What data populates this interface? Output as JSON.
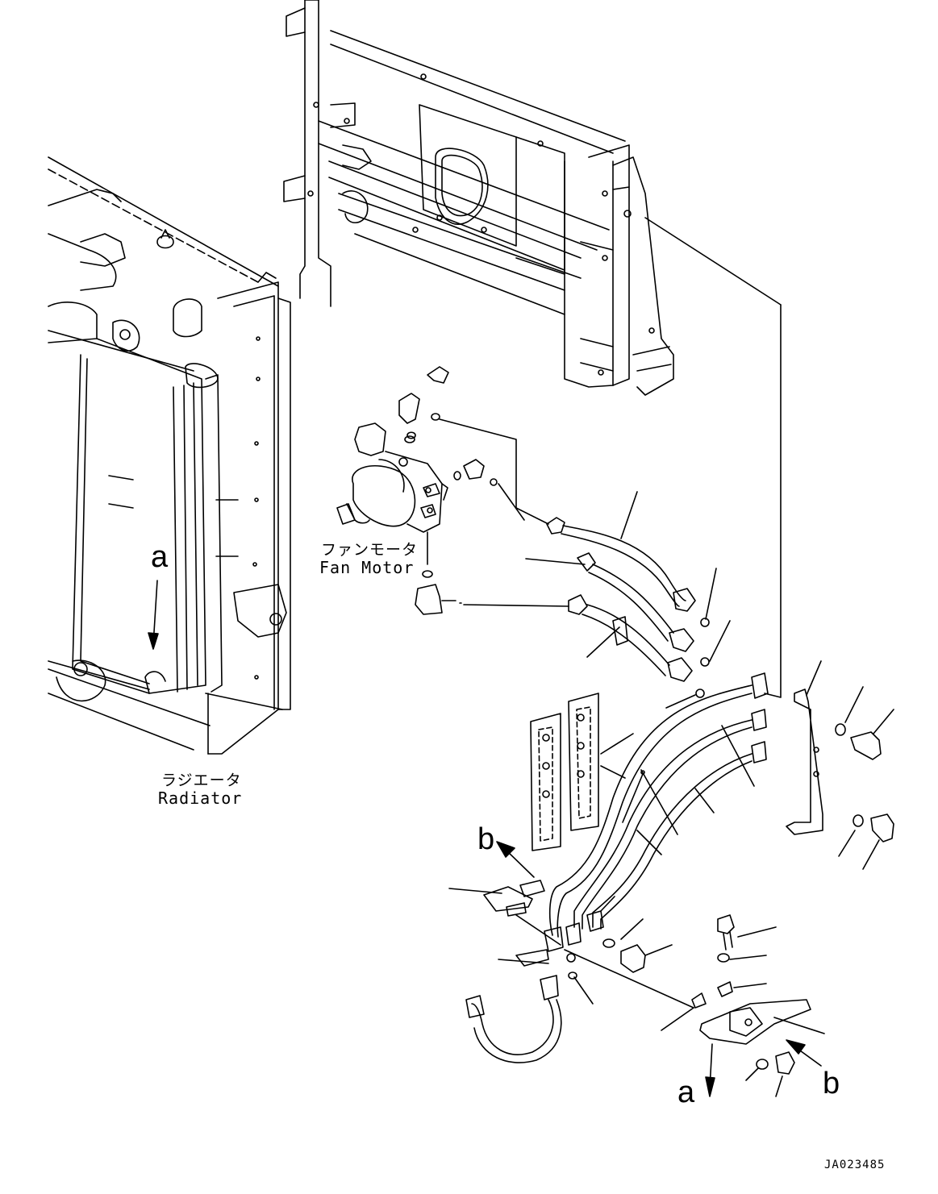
{
  "components": {
    "fan_motor": {
      "label_jp": "ファンモータ",
      "label_en": "Fan Motor"
    },
    "radiator": {
      "label_jp": "ラジエータ",
      "label_en": "Radiator"
    }
  },
  "reference_marks": {
    "a_upper": "a",
    "b_upper": "b",
    "a_lower": "a",
    "b_lower": "b"
  },
  "drawing_code": "JA023485",
  "colors": {
    "line": "#000000",
    "background": "#ffffff"
  }
}
